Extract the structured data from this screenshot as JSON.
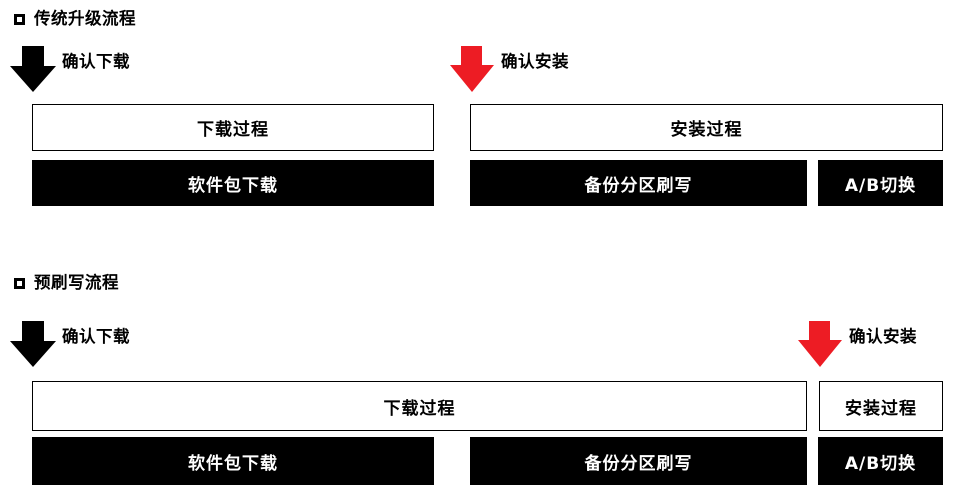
{
  "diagram": {
    "title_note": "OTA upgrade flow comparison",
    "colors": {
      "arrow_black": "#000000",
      "arrow_red": "#ED1C24",
      "box_fill": "#000000",
      "box_outline": "#000000",
      "background": "#FFFFFF"
    },
    "sections": [
      {
        "id": "traditional",
        "heading": "传统升级流程",
        "arrows": [
          {
            "id": "confirm-download",
            "label": "确认下载",
            "color": "black"
          },
          {
            "id": "confirm-install",
            "label": "确认安装",
            "color": "red"
          }
        ],
        "phase_row": [
          {
            "id": "download-phase",
            "label": "下载过程"
          },
          {
            "id": "install-phase",
            "label": "安装过程"
          }
        ],
        "task_row": [
          {
            "id": "package-download",
            "label": "软件包下载"
          },
          {
            "id": "backup-partition-flash",
            "label": "备份分区刷写"
          },
          {
            "id": "ab-switch",
            "label": "A/B切换"
          }
        ]
      },
      {
        "id": "preflash",
        "heading": "预刷写流程",
        "arrows": [
          {
            "id": "confirm-download",
            "label": "确认下载",
            "color": "black"
          },
          {
            "id": "confirm-install",
            "label": "确认安装",
            "color": "red"
          }
        ],
        "phase_row": [
          {
            "id": "download-phase",
            "label": "下载过程"
          },
          {
            "id": "install-phase",
            "label": "安装过程"
          }
        ],
        "task_row": [
          {
            "id": "package-download",
            "label": "软件包下载"
          },
          {
            "id": "backup-partition-flash",
            "label": "备份分区刷写"
          },
          {
            "id": "ab-switch",
            "label": "A/B切换"
          }
        ]
      }
    ]
  }
}
